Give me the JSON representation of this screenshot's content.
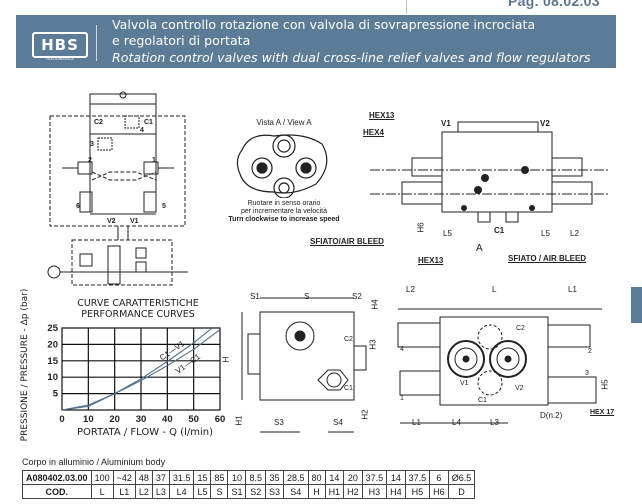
{
  "page": {
    "number": "Pag. 08.02.03"
  },
  "header": {
    "logo_text": "HBS",
    "logo_subtext": "OLEODINAMICA",
    "title_it_line1": "Valvola controllo rotazione con valvola di sovrapressione incrociata",
    "title_it_line2": "e regolatori di portata",
    "title_en": "Rotation control valves with dual cross-line relief valves and flow regulators"
  },
  "schematic": {
    "ports": [
      "C2",
      "C1",
      "V2",
      "V1"
    ],
    "component_numbers": [
      "1",
      "2",
      "3",
      "4",
      "5",
      "6"
    ]
  },
  "view_a": {
    "title": "Vista A / View A",
    "caption_it_line1": "Ruotare in senso orario",
    "caption_it_line2": "per incrementare la velocità",
    "caption_en": "Turn clockwise to increase speed"
  },
  "top_view": {
    "callouts": {
      "hex13_top": "HEX13",
      "hex4": "HEX4",
      "hex13_bottom": "HEX13",
      "air_bleed_left": "SFIATO/AIR BLEED",
      "air_bleed_right": "SFIATO / AIR BLEED"
    },
    "ports": [
      "V1",
      "V2",
      "C1"
    ],
    "dims": [
      "H6",
      "L5",
      "L5",
      "L2"
    ],
    "view_marker": "A"
  },
  "side_view": {
    "dims": [
      "S1",
      "S",
      "S2",
      "H4",
      "H",
      "H3",
      "H1",
      "H2",
      "S3",
      "S4"
    ],
    "ports": [
      "C2",
      "C1"
    ]
  },
  "front_view": {
    "dims": [
      "L2",
      "L",
      "L1",
      "H4",
      "H3",
      "H5",
      "L1",
      "L4",
      "L3",
      "D(n.2)"
    ],
    "ports": [
      "C2",
      "C1",
      "V1",
      "V2"
    ],
    "component_numbers": [
      "1",
      "2",
      "3",
      "4"
    ],
    "callout": "HEX 17"
  },
  "chart_data": {
    "type": "line",
    "title": "CURVE CARATTERISTICHE\nPERFORMANCE CURVES",
    "title_line1": "CURVE CARATTERISTICHE",
    "title_line2": "PERFORMANCE CURVES",
    "xlabel": "PORTATA / FLOW - Q (l/min)",
    "ylabel": "PRESSIONE / PRESSURE - Δp (bar)",
    "xlim": [
      0,
      60
    ],
    "ylim": [
      0,
      25
    ],
    "xticks": [
      0,
      10,
      20,
      30,
      40,
      50,
      60
    ],
    "yticks": [
      5,
      10,
      15,
      20,
      25
    ],
    "grid": true,
    "series": [
      {
        "name": "C1→V1",
        "label": "C1—V1",
        "x": [
          0,
          10,
          20,
          30,
          40,
          50,
          57
        ],
        "y": [
          0,
          1.5,
          5,
          9.5,
          14.8,
          20.5,
          25
        ]
      },
      {
        "name": "V1→C1",
        "label": "V1—C1",
        "x": [
          0,
          10,
          20,
          30,
          40,
          50,
          60
        ],
        "y": [
          0,
          1.1,
          5,
          9,
          13.5,
          18.5,
          24.5
        ]
      }
    ]
  },
  "spec": {
    "material_note": "Corpo in alluminio / Aluminium body",
    "code": "A080402.03.00",
    "header_label": "COD.",
    "columns": [
      "L",
      "L1",
      "L2",
      "L3",
      "L4",
      "L5",
      "S",
      "S1",
      "S2",
      "S3",
      "S4",
      "H",
      "H1",
      "H2",
      "H3",
      "H4",
      "H5",
      "H6",
      "D"
    ],
    "values": [
      "100",
      "~42",
      "48",
      "37",
      "31.5",
      "15",
      "85",
      "10",
      "8.5",
      "35",
      "28.5",
      "80",
      "14",
      "20",
      "37.5",
      "14",
      "37.5",
      "6",
      "Ø6.5"
    ]
  },
  "colors": {
    "brand": "#5b7b96",
    "page_number": "#5c7690",
    "curve": "#4f6f8c",
    "table_header_bg": "#dcdcdc"
  }
}
